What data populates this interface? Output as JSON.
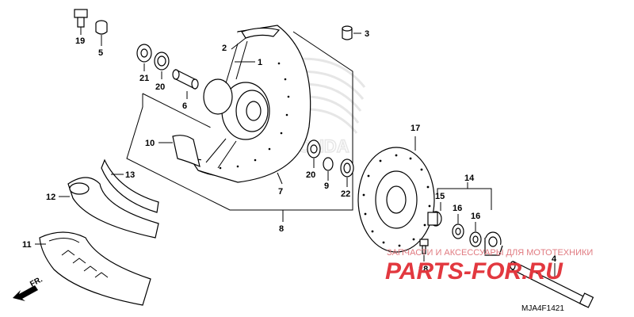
{
  "part_labels": {
    "p1": "1",
    "p2": "2",
    "p3": "3",
    "p4": "4",
    "p5": "5",
    "p6": "6",
    "p7": "7",
    "p8": "8",
    "p9": "9",
    "p10": "10",
    "p11": "11",
    "p12": "12",
    "p13": "13",
    "p14": "14",
    "p15": "15",
    "p16a": "16",
    "p16b": "16",
    "p17": "17",
    "p18": "18",
    "p19": "19",
    "p20a": "20",
    "p20b": "20",
    "p21": "21",
    "p22": "22"
  },
  "direction_label": "FR.",
  "watermark": {
    "tagline": "ЗАПЧАСТИ И АКСЕССУАРЫ ДЛЯ МОТОТЕХНИКИ",
    "logo": "PARTS-FOR.RU"
  },
  "diagram_code": "MJA4F1421",
  "colors": {
    "line": "#000000",
    "watermark": "#e2383f",
    "logo_shade": "#d9d9d9"
  }
}
